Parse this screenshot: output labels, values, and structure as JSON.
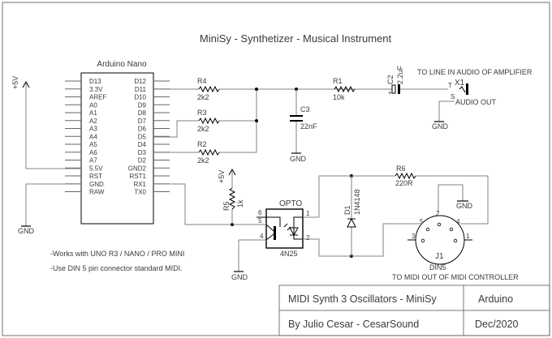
{
  "title": "MiniSy - Synthetizer - Musical Instrument",
  "arduino": {
    "label": "Arduino Nano",
    "left_pins": [
      "D13",
      "3.3V",
      "AREF",
      "A0",
      "A1",
      "A2",
      "A3",
      "A4",
      "A5",
      "A6",
      "A7",
      "5.5V",
      "RST",
      "GND",
      "RAW"
    ],
    "right_pins": [
      "D12",
      "D11",
      "D10",
      "D9",
      "D8",
      "D7",
      "D6",
      "D5",
      "D4",
      "D3",
      "D2",
      "GND2",
      "RST1",
      "RX1",
      "TX0"
    ]
  },
  "power": {
    "vcc": "+5V",
    "gnd": "GND"
  },
  "components": {
    "r4": {
      "ref": "R4",
      "value": "2k2"
    },
    "r3": {
      "ref": "R3",
      "value": "2k2"
    },
    "r2": {
      "ref": "R2",
      "value": "2k2"
    },
    "r1": {
      "ref": "R1",
      "value": "10k"
    },
    "r5": {
      "ref": "R5",
      "value": "1k"
    },
    "r6": {
      "ref": "R6",
      "value": "220R"
    },
    "c3": {
      "ref": "C3",
      "value": "22nF"
    },
    "c2": {
      "ref": "C2",
      "value": "2.2uF",
      "polarity": "+"
    },
    "d1": {
      "ref": "D1",
      "value": "1N4148"
    },
    "x1": {
      "ref": "X1",
      "label": "AUDIO OUT",
      "pin_t": "T",
      "pin_s": "S"
    },
    "opto": {
      "label": "OPTO",
      "part": "4N25",
      "pins": [
        "1",
        "2",
        "4",
        "5",
        "6"
      ]
    },
    "j1": {
      "ref": "J1",
      "part": "DIN5",
      "pins": [
        "1",
        "2",
        "3",
        "4",
        "5"
      ]
    }
  },
  "annotations": {
    "amp": "TO LINE IN AUDIO OF AMPLIFIER",
    "midi": "TO MIDI OUT OF MIDI CONTROLLER",
    "note1": "-Works with  UNO R3 / NANO / PRO MINI",
    "note2": "-Use DIN 5 pin connector standard MIDI."
  },
  "title_block": {
    "project": "MIDI Synth 3 Oscillators - MiniSy",
    "platform": "Arduino",
    "author": "By Julio Cesar - CesarSound",
    "date": "Dec/2020"
  }
}
